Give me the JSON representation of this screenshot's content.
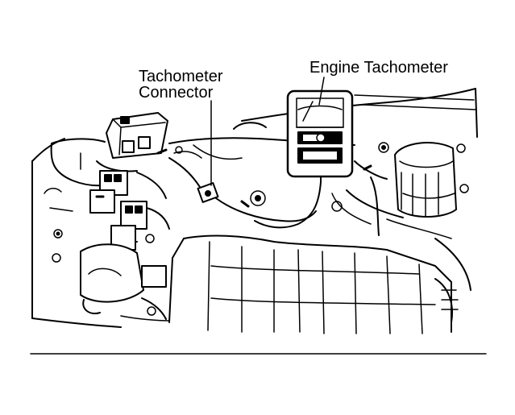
{
  "labels": {
    "tachometer_connector_line1": "Tachometer",
    "tachometer_connector_line2": "Connector",
    "engine_tachometer": "Engine Tachometer"
  },
  "colors": {
    "ink": "#000000",
    "paper": "#ffffff"
  }
}
